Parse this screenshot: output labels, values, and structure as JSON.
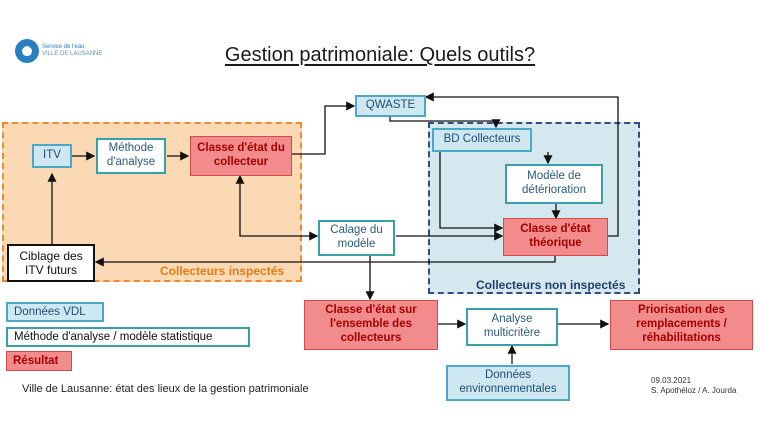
{
  "header": {
    "logo_line1": "Service de l'eau",
    "logo_line2": "VILLE DE LAUSANNE",
    "title": "Gestion patrimoniale: Quels outils?"
  },
  "zones": {
    "inspected": "Collecteurs inspectés",
    "non_inspected": "Collecteurs non inspectés"
  },
  "nodes": {
    "itv": "ITV",
    "methode": "Méthode d'analyse",
    "classe_collecteur": "Classe d'état du collecteur",
    "qwaste": "QWASTE",
    "bd_collecteurs": "BD Collecteurs",
    "modele_deterioration": "Modèle de détérioration",
    "classe_theorique": "Classe d'état théorique",
    "calage": "Calage du modèle",
    "ciblage": "Ciblage des ITV futurs",
    "classe_ensemble": "Classe d'état sur l'ensemble des collecteurs",
    "analyse": "Analyse multicritère",
    "priorisation": "Priorisation des remplacements / réhabilitations",
    "donnees_env": "Données environnementales"
  },
  "legend": {
    "donnees": "Données VDL",
    "methode": "Méthode d'analyse / modèle statistique",
    "resultat": "Résultat"
  },
  "footer": {
    "caption": "Ville de Lausanne: état des lieux de la gestion patrimoniale",
    "date": "09.03.2021",
    "authors": "S. Apothéloz / A. Jourda"
  },
  "colors": {
    "orange_zone": "#fbd9b5",
    "blue_zone": "#d6e8ef",
    "result_red": "#f28c8c",
    "data_blue": "#cfe7f1"
  }
}
